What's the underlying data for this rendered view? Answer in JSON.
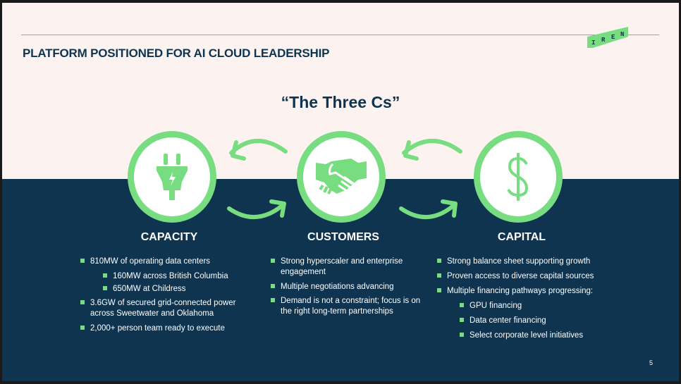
{
  "header": {
    "title": "PLATFORM POSITIONED FOR AI CLOUD LEADERSHIP",
    "logo": "IREN"
  },
  "subtitle": "“The Three Cs”",
  "columns": [
    {
      "heading": "CAPACITY",
      "icon": "plug-icon",
      "items": [
        {
          "text": "810MW of operating data centers",
          "level": 1
        },
        {
          "text": "160MW across British Columbia",
          "level": 2
        },
        {
          "text": "650MW at Childress",
          "level": 2
        },
        {
          "text": "3.6GW of secured grid-connected power across Sweetwater and Oklahoma",
          "level": 1
        },
        {
          "text": "2,000+ person team ready to execute",
          "level": 1
        }
      ]
    },
    {
      "heading": "CUSTOMERS",
      "icon": "handshake-icon",
      "items": [
        {
          "text": "Strong hyperscaler and enterprise engagement",
          "level": 1
        },
        {
          "text": "Multiple negotiations advancing",
          "level": 1
        },
        {
          "text": "Demand is not a constraint; focus is on the right long-term partnerships",
          "level": 1
        }
      ]
    },
    {
      "heading": "CAPITAL",
      "icon": "dollar-icon",
      "items": [
        {
          "text": "Strong balance sheet supporting growth",
          "level": 1
        },
        {
          "text": "Proven access to diverse capital sources",
          "level": 1
        },
        {
          "text": "Multiple financing pathways progressing:",
          "level": 1
        },
        {
          "text": "GPU financing",
          "level": 2
        },
        {
          "text": "Data center financing",
          "level": 2
        },
        {
          "text": "Select corporate level initiatives",
          "level": 2
        }
      ]
    }
  ],
  "page_number": "5",
  "colors": {
    "navy": "#0e3450",
    "green": "#77dd80",
    "cream": "#fcf3f0"
  }
}
